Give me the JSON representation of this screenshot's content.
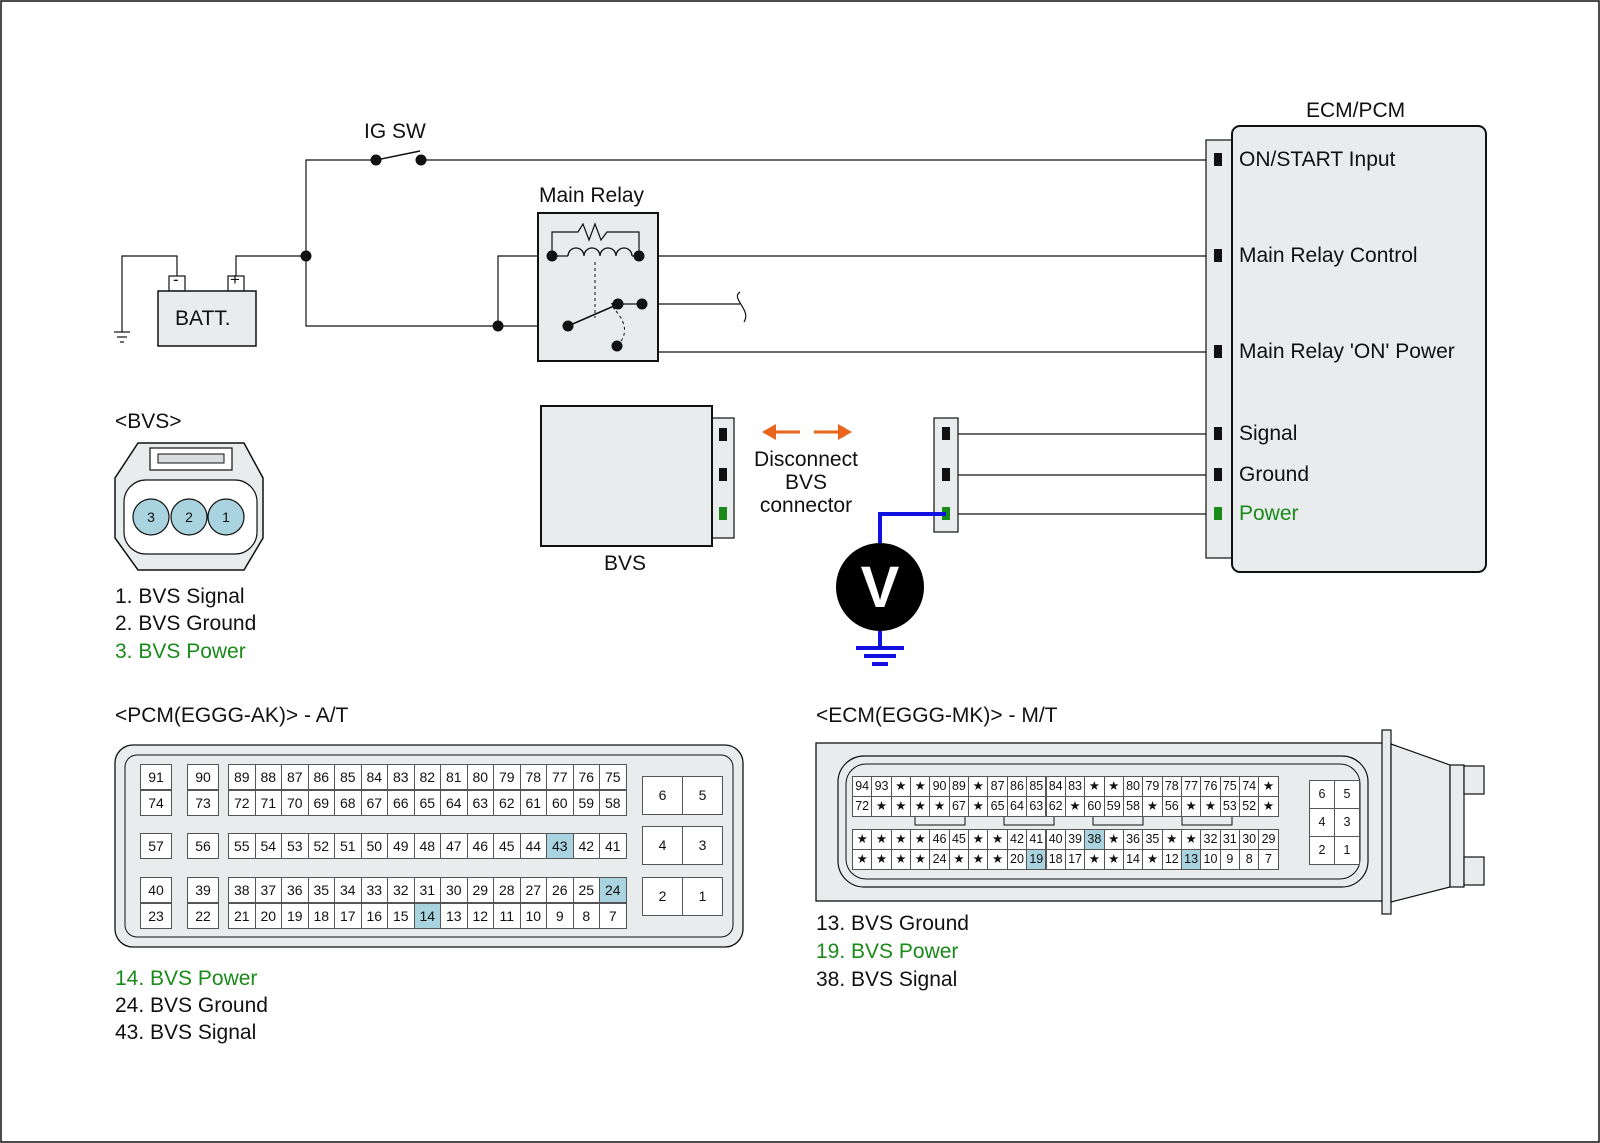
{
  "colors": {
    "line": "#111111",
    "panel_fill": "#e8ecec",
    "highlight_pin": "#a9d3de",
    "power_green": "#1a8a1a",
    "probe_blue": "#1010e0",
    "arrow_orange": "#e8641a",
    "voltmeter": "#000000"
  },
  "circuit": {
    "ig_sw": "IG SW",
    "main_relay": "Main Relay",
    "battery": "BATT.",
    "battery_minus": "-",
    "battery_plus": "+",
    "ecm_title": "ECM/PCM",
    "ecm_terminals": [
      "ON/START Input",
      "Main Relay Control",
      "Main Relay 'ON' Power",
      "Signal",
      "Ground",
      "Power"
    ],
    "bvs_label": "BVS",
    "disconnect_note": [
      "Disconnect",
      "BVS",
      "connector"
    ],
    "voltmeter": "V"
  },
  "bvs_connector": {
    "title": "<BVS>",
    "pins": [
      "3",
      "2",
      "1"
    ],
    "legend": [
      "1. BVS Signal",
      "2. BVS Ground",
      "3. BVS Power"
    ]
  },
  "pcm_connector": {
    "title": "<PCM(EGGG-AK)> - A/T",
    "block_a": [
      [
        "91",
        "90"
      ],
      [
        "74",
        "73"
      ],
      [
        "57",
        "56"
      ],
      [
        "40",
        "39"
      ],
      [
        "23",
        "22"
      ]
    ],
    "block_main": [
      [
        "89",
        "88",
        "87",
        "86",
        "85",
        "84",
        "83",
        "82",
        "81",
        "80",
        "79",
        "78",
        "77",
        "76",
        "75"
      ],
      [
        "72",
        "71",
        "70",
        "69",
        "68",
        "67",
        "66",
        "65",
        "64",
        "63",
        "62",
        "61",
        "60",
        "59",
        "58"
      ],
      [
        "55",
        "54",
        "53",
        "52",
        "51",
        "50",
        "49",
        "48",
        "47",
        "46",
        "45",
        "44",
        "43",
        "42",
        "41"
      ],
      [
        "38",
        "37",
        "36",
        "35",
        "34",
        "33",
        "32",
        "31",
        "30",
        "29",
        "28",
        "27",
        "26",
        "25",
        "24"
      ],
      [
        "21",
        "20",
        "19",
        "18",
        "17",
        "16",
        "15",
        "14",
        "13",
        "12",
        "11",
        "10",
        "9",
        "8",
        "7"
      ]
    ],
    "block_right": [
      [
        "6",
        "5"
      ],
      [
        "4",
        "3"
      ],
      [
        "2",
        "1"
      ]
    ],
    "highlighted": [
      "14",
      "24",
      "43"
    ],
    "legend": [
      "14. BVS Power",
      "24. BVS Ground",
      "43. BVS Signal"
    ]
  },
  "ecm_connector": {
    "title": "<ECM(EGGG-MK)> - M/T",
    "rows": [
      [
        "94",
        "93",
        "★",
        "★",
        "90",
        "89",
        "★",
        "87",
        "86",
        "85",
        "84",
        "83",
        "★",
        "★",
        "80",
        "79",
        "78",
        "77",
        "76",
        "75",
        "74",
        "★"
      ],
      [
        "72",
        "★",
        "★",
        "★",
        "★",
        "67",
        "★",
        "65",
        "64",
        "63",
        "62",
        "★",
        "60",
        "59",
        "58",
        "★",
        "56",
        "★",
        "★",
        "53",
        "52",
        "★"
      ],
      [
        "★",
        "★",
        "★",
        "★",
        "46",
        "45",
        "★",
        "★",
        "42",
        "41",
        "40",
        "39",
        "38",
        "★",
        "36",
        "35",
        "★",
        "★",
        "32",
        "31",
        "30",
        "29"
      ],
      [
        "★",
        "★",
        "★",
        "★",
        "24",
        "★",
        "★",
        "★",
        "20",
        "19",
        "18",
        "17",
        "★",
        "★",
        "14",
        "★",
        "12",
        "13",
        "10",
        "9",
        "8",
        "7"
      ]
    ],
    "block_right": [
      [
        "6",
        "5"
      ],
      [
        "4",
        "3"
      ],
      [
        "2",
        "1"
      ]
    ],
    "highlighted": [
      "13",
      "19",
      "38"
    ],
    "legend": [
      "13. BVS Ground",
      "19. BVS Power",
      "38. BVS Signal"
    ]
  }
}
